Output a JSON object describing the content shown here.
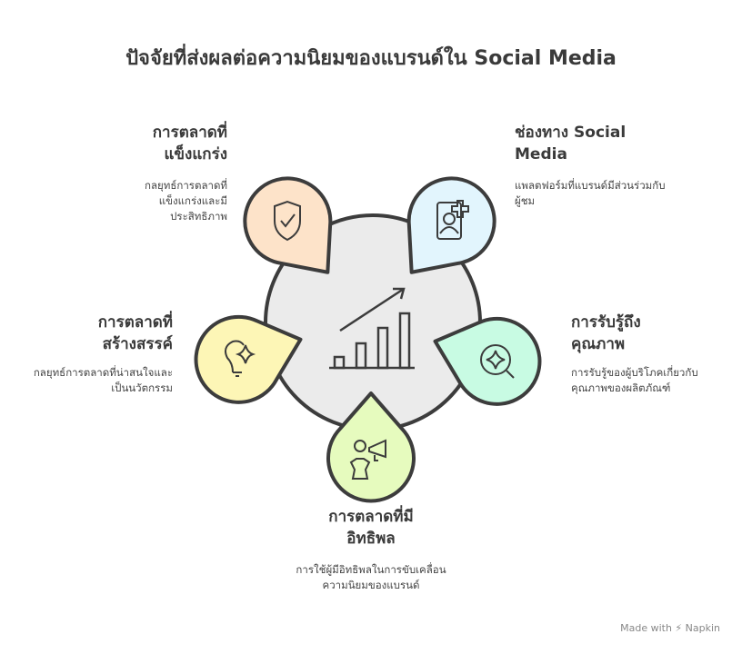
{
  "title": "ปัจจัยที่ส่งผลต่อความนิยมของแบรนด์ใน Social Media",
  "items": [
    {
      "heading": "การตลาดที่แข็งแกร่ง",
      "desc": "กลยุทธ์การตลาดที่แข็งแกร่งและมีประสิทธิภาพ",
      "icon": "shield-check-icon",
      "color": "#fde3c9"
    },
    {
      "heading": "ช่องทาง Social Media",
      "desc": "แพลตฟอร์มที่แบรนด์มีส่วนร่วมกับผู้ชม",
      "icon": "user-plus-icon",
      "color": "#e2f5fd"
    },
    {
      "heading": "การตลาดที่สร้างสรรค์",
      "desc": "กลยุทธ์การตลาดที่น่าสนใจและเป็นนวัตกรรม",
      "icon": "lightbulb-icon",
      "color": "#fdf6b6"
    },
    {
      "heading": "การรับรู้ถึงคุณภาพ",
      "desc": "การรับรู้ของผู้บริโภคเกี่ยวกับคุณภาพของผลิตภัณฑ์",
      "icon": "search-sparkle-icon",
      "color": "#c8fbe3"
    },
    {
      "heading": "การตลาดที่มีอิทธิพล",
      "desc": "การใช้ผู้มีอิทธิพลในการขับเคลื่อนความนิยมของแบรนด์",
      "icon": "influencer-megaphone-icon",
      "color": "#e6fbbe"
    }
  ],
  "center": {
    "icon": "growth-chart-icon",
    "color": "#ebebeb"
  },
  "brand": "Made with ⚡ Napkin"
}
